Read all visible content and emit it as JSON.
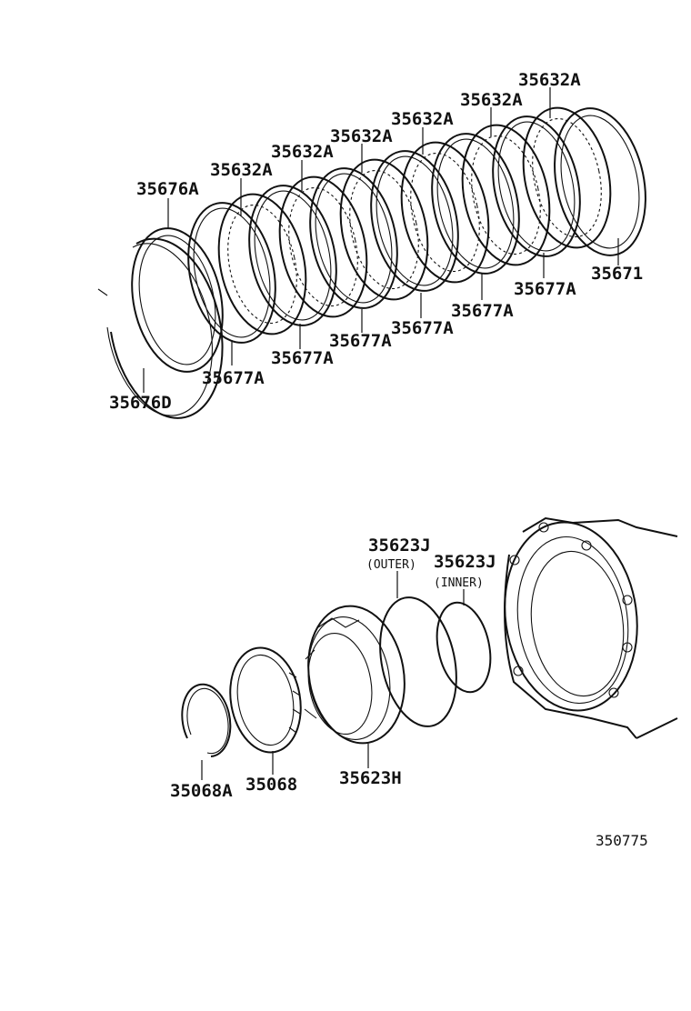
{
  "diagram": {
    "reference_number": "350775",
    "upper_labels": [
      {
        "id": "35632A-1",
        "text": "35632A"
      },
      {
        "id": "35632A-2",
        "text": "35632A"
      },
      {
        "id": "35632A-3",
        "text": "35632A"
      },
      {
        "id": "35632A-4",
        "text": "35632A"
      },
      {
        "id": "35632A-5",
        "text": "35632A"
      },
      {
        "id": "35632A-6",
        "text": "35632A"
      },
      {
        "id": "35676A",
        "text": "35676A"
      },
      {
        "id": "35671",
        "text": "35671"
      },
      {
        "id": "35677A-1",
        "text": "35677A"
      },
      {
        "id": "35677A-2",
        "text": "35677A"
      },
      {
        "id": "35677A-3",
        "text": "35677A"
      },
      {
        "id": "35677A-4",
        "text": "35677A"
      },
      {
        "id": "35677A-5",
        "text": "35677A"
      },
      {
        "id": "35677A-6",
        "text": "35677A"
      },
      {
        "id": "35676D",
        "text": "35676D"
      }
    ],
    "lower_labels": {
      "outer_seal": "35623J",
      "outer_note": "(OUTER)",
      "inner_seal": "35623J",
      "inner_note": "(INNER)",
      "piston": "35623H",
      "spring_retainer": "35068",
      "snap_ring": "35068A"
    }
  }
}
